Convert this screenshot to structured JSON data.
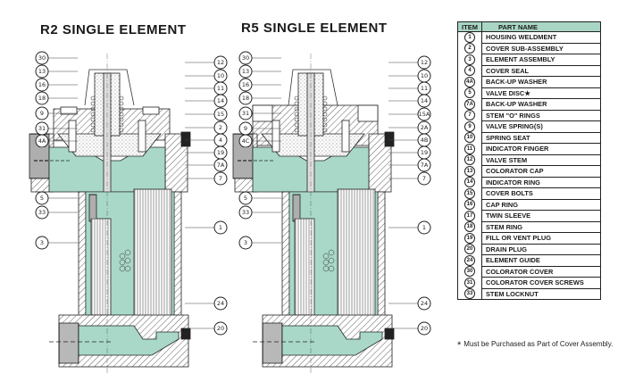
{
  "diagrams": [
    {
      "title": "R2 SINGLE ELEMENT",
      "left_callouts": [
        "30",
        "13",
        "16",
        "18",
        "9",
        "31",
        "4A",
        "5",
        "33",
        "3"
      ],
      "right_callouts": [
        "12",
        "10",
        "11",
        "14",
        "15",
        "2",
        "4",
        "19",
        "7A",
        "7",
        "1",
        "24",
        "20"
      ]
    },
    {
      "title": "R5 SINGLE ELEMENT",
      "left_callouts": [
        "30",
        "13",
        "16",
        "18",
        "31",
        "9",
        "4C",
        "5",
        "33",
        "3"
      ],
      "right_callouts": [
        "12",
        "10",
        "11",
        "14",
        "15A",
        "2A",
        "4B",
        "19",
        "7A",
        "7",
        "1",
        "24",
        "20"
      ]
    }
  ],
  "parts_table": {
    "headers": [
      "ITEM",
      "PART NAME"
    ],
    "rows": [
      {
        "item": "1",
        "name": "HOUSING WELDMENT"
      },
      {
        "item": "2",
        "name": "COVER  SUB-ASSEMBLY"
      },
      {
        "item": "3",
        "name": "ELEMENT ASSEMBLY"
      },
      {
        "item": "4",
        "name": "COVER SEAL"
      },
      {
        "item": "4A",
        "name": "BACK-UP WASHER"
      },
      {
        "item": "5",
        "name": "VALVE DISC★"
      },
      {
        "item": "7A",
        "name": "BACK-UP WASHER"
      },
      {
        "item": "7",
        "name": "STEM \"O\" RINGS"
      },
      {
        "item": "9",
        "name": "VALVE SPRING(S)"
      },
      {
        "item": "10",
        "name": "SPRING SEAT"
      },
      {
        "item": "11",
        "name": "INDICATOR FINGER"
      },
      {
        "item": "12",
        "name": "VALVE STEM"
      },
      {
        "item": "13",
        "name": "COLORATOR CAP"
      },
      {
        "item": "14",
        "name": "INDICATOR RING"
      },
      {
        "item": "15",
        "name": "COVER BOLTS"
      },
      {
        "item": "16",
        "name": "CAP RING"
      },
      {
        "item": "17",
        "name": "TWIN SLEEVE"
      },
      {
        "item": "18",
        "name": "STEM RING"
      },
      {
        "item": "19",
        "name": "FILL OR VENT PLUG"
      },
      {
        "item": "20",
        "name": "DRAIN PLUG"
      },
      {
        "item": "24",
        "name": "ELEMENT GUIDE"
      },
      {
        "item": "30",
        "name": "COLORATOR COVER"
      },
      {
        "item": "31",
        "name": "COLORATOR COVER SCREWS"
      },
      {
        "item": "33",
        "name": "STEM LOCKNUT"
      }
    ]
  },
  "footnote": {
    "symbol": "*",
    "text": "Must be Purchased as Part of Cover Assembly."
  },
  "colors": {
    "fluid": "#a9d8c8",
    "header": "#a9d6c4",
    "metal": "#ffffff",
    "line": "#222222"
  }
}
